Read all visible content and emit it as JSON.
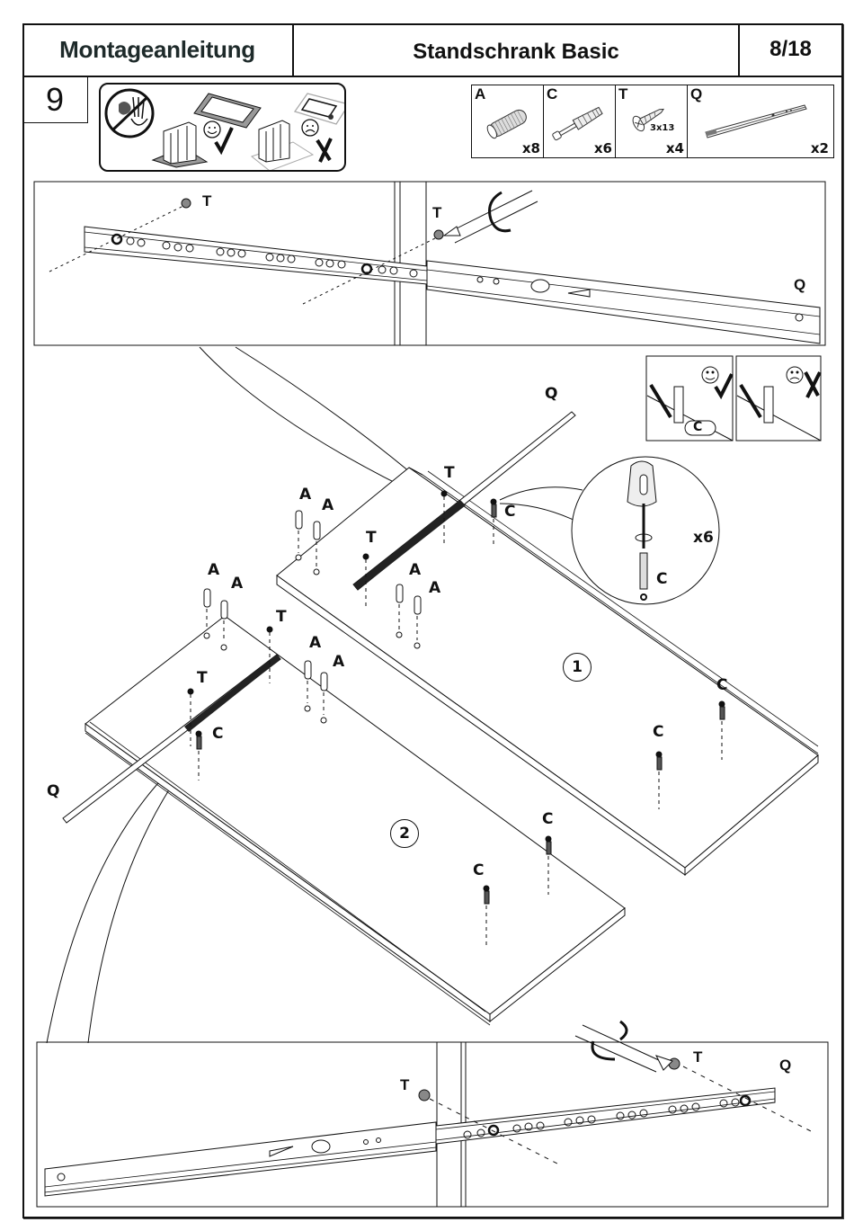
{
  "header": {
    "title": "Montageanleitung",
    "product": "Standschrank Basic",
    "page": "8/18"
  },
  "step": {
    "number": "9"
  },
  "warning_panel": {
    "icons": [
      "no-children-icon",
      "protective-mat-icon",
      "happy-face-icon",
      "check-mark-icon",
      "bare-floor-icon",
      "sad-face-icon",
      "cross-mark-icon"
    ]
  },
  "parts": [
    {
      "letter": "A",
      "name": "wooden-dowel",
      "qty": "x8"
    },
    {
      "letter": "C",
      "name": "cam-bolt",
      "qty": "x6"
    },
    {
      "letter": "T",
      "name": "screw",
      "size": "3x13",
      "qty": "x4"
    },
    {
      "letter": "Q",
      "name": "drawer-slide",
      "qty": "x2"
    }
  ],
  "top_detail": {
    "labels": [
      "T",
      "T",
      "Q"
    ]
  },
  "cam_tip": {
    "good_label": "C"
  },
  "callout": {
    "qty": "x6",
    "part": "C"
  },
  "panel1": {
    "number": "1",
    "labels": {
      "q": "Q",
      "t1": "T",
      "t2": "T",
      "c1": "C",
      "c2": "C",
      "c3": "C",
      "a1": "A",
      "a2": "A",
      "a3": "A",
      "a4": "A"
    }
  },
  "panel2": {
    "number": "2",
    "labels": {
      "q": "Q",
      "t1": "T",
      "t2": "T",
      "c1": "C",
      "c2": "C",
      "c3": "C",
      "a1": "A",
      "a2": "A",
      "a3": "A",
      "a4": "A"
    }
  },
  "bottom_detail": {
    "labels": [
      "T",
      "T",
      "Q"
    ]
  }
}
